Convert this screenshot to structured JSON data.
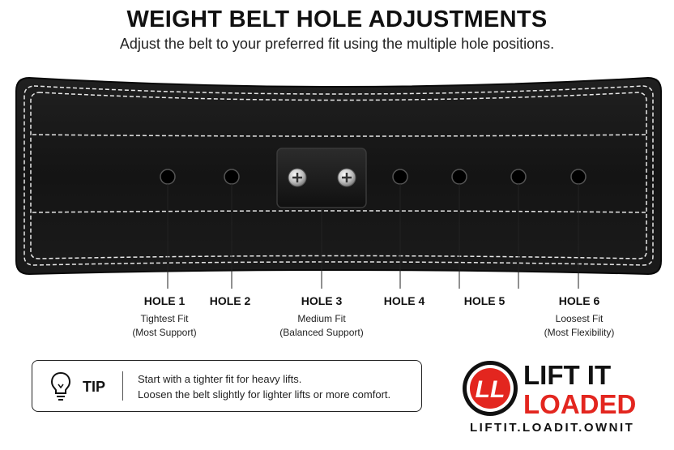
{
  "header": {
    "title": "WEIGHT BELT HOLE ADJUSTMENTS",
    "subtitle": "Adjust the belt to your preferred fit using the multiple hole positions."
  },
  "holes": [
    {
      "label": "HOLE 1",
      "desc_line1": "Tightest Fit",
      "desc_line2": "(Most Support)"
    },
    {
      "label": "HOLE 2",
      "desc_line1": "",
      "desc_line2": ""
    },
    {
      "label": "HOLE 3",
      "desc_line1": "Medium Fit",
      "desc_line2": "(Balanced Support)"
    },
    {
      "label": "HOLE 4",
      "desc_line1": "",
      "desc_line2": ""
    },
    {
      "label": "HOLE 5",
      "desc_line1": "",
      "desc_line2": ""
    },
    {
      "label": "HOLE 6",
      "desc_line1": "Loosest Fit",
      "desc_line2": "(Most Flexibility)"
    }
  ],
  "tip": {
    "label": "TIP",
    "line1": "Start with a tighter fit for heavy lifts.",
    "line2": "Loosen the belt slightly for lighter lifts or more comfort.",
    "icon": "lightbulb-icon"
  },
  "brand": {
    "logo_line1": "LIFT IT",
    "logo_line2": "LOADED",
    "logo_mark": "LL",
    "tagline": "LIFTIT.LOADIT.OWNIT",
    "accent_color": "#e3261f"
  },
  "colors": {
    "belt": "#151515",
    "stitching": "#e8e8e8",
    "text": "#111111"
  }
}
